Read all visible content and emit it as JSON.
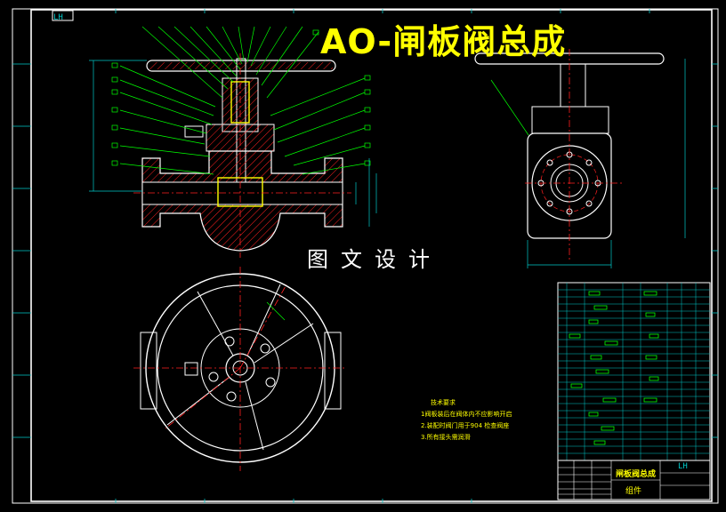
{
  "drawing": {
    "title": "AO-闸板阀总成",
    "watermark": "图文设计",
    "code": "LH",
    "tech_requirements": {
      "heading": "技术要求",
      "items": [
        "1阀板装后在阀体内不应影响开启",
        "2.装配时阀门用于904 检查阀座",
        "3.所有接头需润滑"
      ]
    },
    "title_block": {
      "name": "闸板阀总成",
      "subtitle": "组件",
      "code": "LH"
    }
  },
  "colors": {
    "background": "#000000",
    "outline": "#ffffff",
    "dimension": "#00c8c8",
    "highlight": "#ffff00",
    "leader": "#00ff00",
    "hatch": "#ff2020",
    "centerline": "#ff2020"
  }
}
